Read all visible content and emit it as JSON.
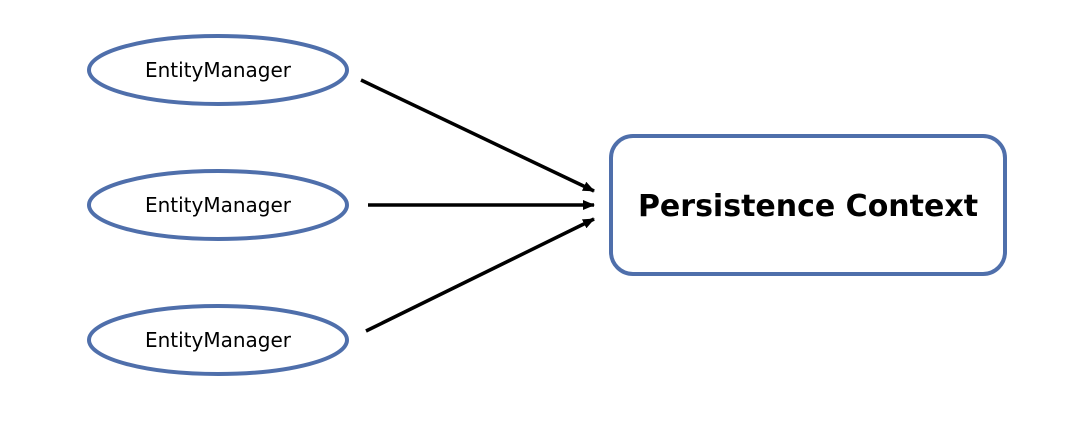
{
  "colors": {
    "node_stroke": "#4f6fab",
    "arrow": "#000000",
    "background": "#ffffff",
    "text": "#000000"
  },
  "entity_managers": [
    {
      "label": "EntityManager"
    },
    {
      "label": "EntityManager"
    },
    {
      "label": "EntityManager"
    }
  ],
  "persistence_context": {
    "label": "Persistence Context"
  }
}
